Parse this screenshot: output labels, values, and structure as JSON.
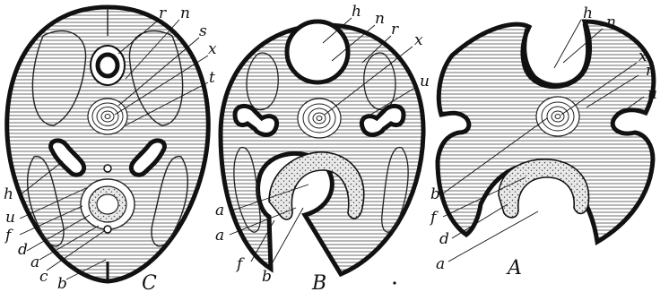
{
  "colors": {
    "ink": "#111111",
    "paper": "#ffffff",
    "hatch": "#7a7a7a"
  },
  "figures": [
    {
      "id": "C",
      "caption": "C",
      "labels": {
        "r": "r",
        "n": "n",
        "s": "s",
        "x": "x",
        "t": "t",
        "h": "h",
        "u": "u",
        "f": "f",
        "d": "d",
        "a": "a",
        "c": "c",
        "b": "b"
      }
    },
    {
      "id": "B",
      "caption": "B",
      "labels": {
        "h": "h",
        "n": "n",
        "r": "r",
        "x": "x",
        "u": "u",
        "a1": "a",
        "a2": "a",
        "f": "f",
        "b": "b"
      }
    },
    {
      "id": "A",
      "caption": "A",
      "labels": {
        "h": "h",
        "n": "n",
        "x": "x",
        "r": "r",
        "u": "u",
        "b": "b",
        "f": "f",
        "d": "d",
        "a": "a"
      }
    }
  ]
}
